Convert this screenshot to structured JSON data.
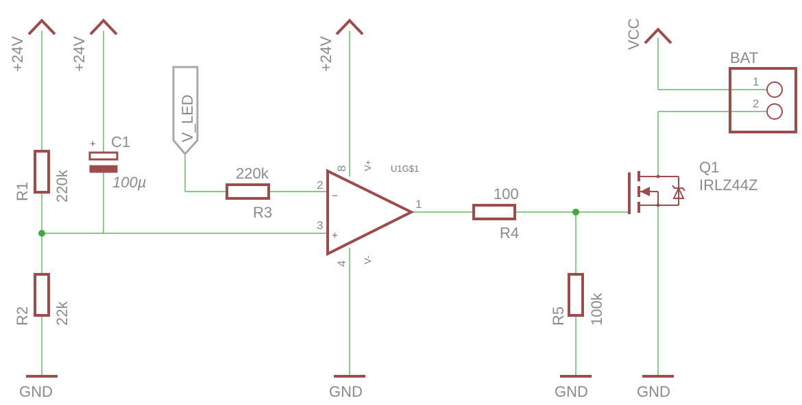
{
  "supplies": {
    "v24_1": "+24V",
    "v24_2": "+24V",
    "v24_3": "+24V",
    "vcc": "VCC",
    "vled": "V_LED"
  },
  "grounds": [
    "GND",
    "GND",
    "GND",
    "GND"
  ],
  "r1": {
    "name": "R1",
    "value": "220k"
  },
  "r2": {
    "name": "R2",
    "value": "22k"
  },
  "r3": {
    "name": "R3",
    "value": "220k"
  },
  "r4": {
    "name": "R4",
    "value": "100"
  },
  "r5": {
    "name": "R5",
    "value": "100k"
  },
  "c1": {
    "name": "C1",
    "value": "100µ",
    "polarity": "+"
  },
  "u1": {
    "name": "U1G$1",
    "pin_in_neg": "2",
    "pin_in_pos": "3",
    "pin_out": "1",
    "pin_vplus": "8",
    "pin_vminus": "4",
    "vplus": "V+",
    "vminus": "V-",
    "minus": "−",
    "plus": "+"
  },
  "q1": {
    "name": "Q1",
    "value": "IRLZ44Z"
  },
  "bat": {
    "name": "BAT",
    "pin1": "1",
    "pin2": "2"
  }
}
